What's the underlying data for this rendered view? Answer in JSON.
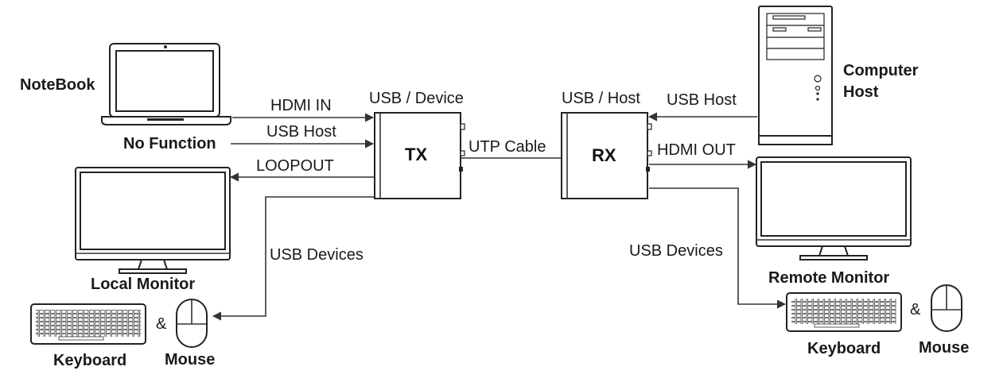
{
  "colors": {
    "line": "#333333",
    "device_stroke": "#222222",
    "background": "#ffffff"
  },
  "devices": {
    "notebook": "NoteBook",
    "no_function": "No Function",
    "local_monitor": "Local Monitor",
    "remote_monitor": "Remote Monitor",
    "computer_host": [
      "Computer",
      "Host"
    ],
    "keyboard": "Keyboard",
    "mouse": "Mouse",
    "ampersand": "&"
  },
  "boxes": {
    "tx": "TX",
    "rx": "RX"
  },
  "connections": {
    "hdmi_in": "HDMI IN",
    "usb_host_left": "USB Host",
    "loopout": "LOOPOUT",
    "usb_devices_left": "USB Devices",
    "usb_device": "USB / Device",
    "utp_cable": "UTP Cable",
    "usb_host_rx": "USB / Host",
    "usb_host_right": "USB Host",
    "hdmi_out": "HDMI OUT",
    "usb_devices_right": "USB Devices"
  },
  "icons": [
    "laptop-icon",
    "monitor-icon",
    "tower-pc-icon",
    "keyboard-icon",
    "mouse-icon",
    "extender-box"
  ]
}
